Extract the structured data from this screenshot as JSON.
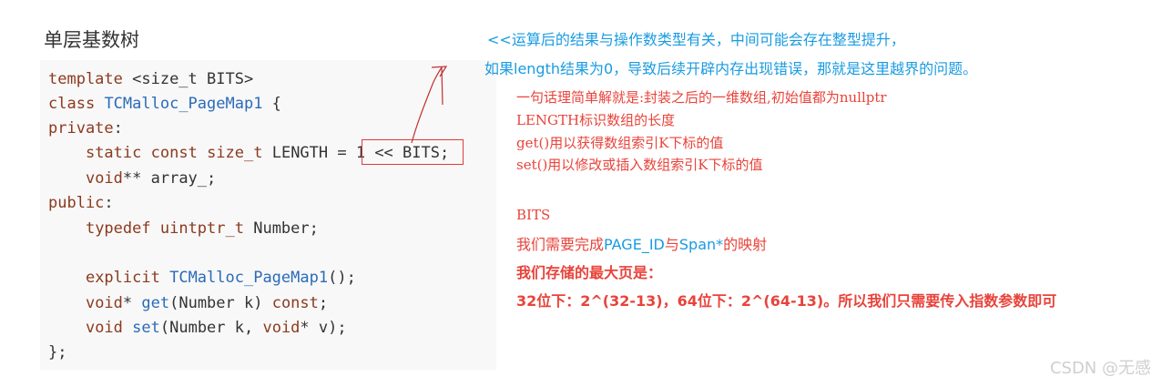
{
  "heading": "单层基数树",
  "code": {
    "l1_kw": "template",
    "l1_rest": " <size_t BITS>",
    "l2_kw": "class",
    "l2_cls": "TCMalloc_PageMap1",
    "l2_rest": " {",
    "l3_kw": "private",
    "l3_rest": ":",
    "l4_kw": "static",
    "l4_kw2": "const",
    "l4_ty": "size_t",
    "l4_rest": " LENGTH = ",
    "l4_box": "1 << BITS;",
    "l5_ty": "void",
    "l5_rest": "** array_;",
    "l6_kw": "public",
    "l6_rest": ":",
    "l7_kw": "typedef",
    "l7_ty": "uintptr_t",
    "l7_rest": " Number;",
    "l8_kw": "explicit",
    "l8_cls": "TCMalloc_PageMap1",
    "l8_rest": "();",
    "l9_ty": "void",
    "l9_star": "* ",
    "l9_fn": "get",
    "l9_mid": "(Number k) ",
    "l9_kw": "const",
    "l9_end": ";",
    "l10_ty": "void",
    "l10_fn": "set",
    "l10_mid": "(Number k, ",
    "l10_ty2": "void",
    "l10_end": "* v);",
    "l11": "};"
  },
  "notes": {
    "blue1": "<<运算后的结果与操作数类型有关，中间可能会存在整型提升，",
    "blue2": "如果length结果为0，导致后续开辟内存出现错误，那就是这里越界的问题。",
    "red1": "一句话理简单解就是:封装之后的一维数组,初始值都为nullptr",
    "red2": "LENGTH标识数组的长度",
    "red3": "get()用以获得数组索引K下标的值",
    "red4": "set()用以修改或插入数组索引K下标的值",
    "red5": "BITS",
    "mixed1_a": "我们需要完成",
    "mixed1_b": "PAGE_ID",
    "mixed1_c": "与",
    "mixed1_d": "Span*",
    "mixed1_e": "的映射",
    "bold1": "我们存储的最大页是：",
    "bold2": "32位下：2^(32-13)，64位下：2^(64-13)。所以我们只需要传入指数参数即可"
  },
  "watermark": "CSDN @无感",
  "colors": {
    "keyword": "#8b3a1e",
    "class": "#2a6bb8",
    "annotation_red": "#e8433a",
    "annotation_blue": "#1a9be0"
  }
}
